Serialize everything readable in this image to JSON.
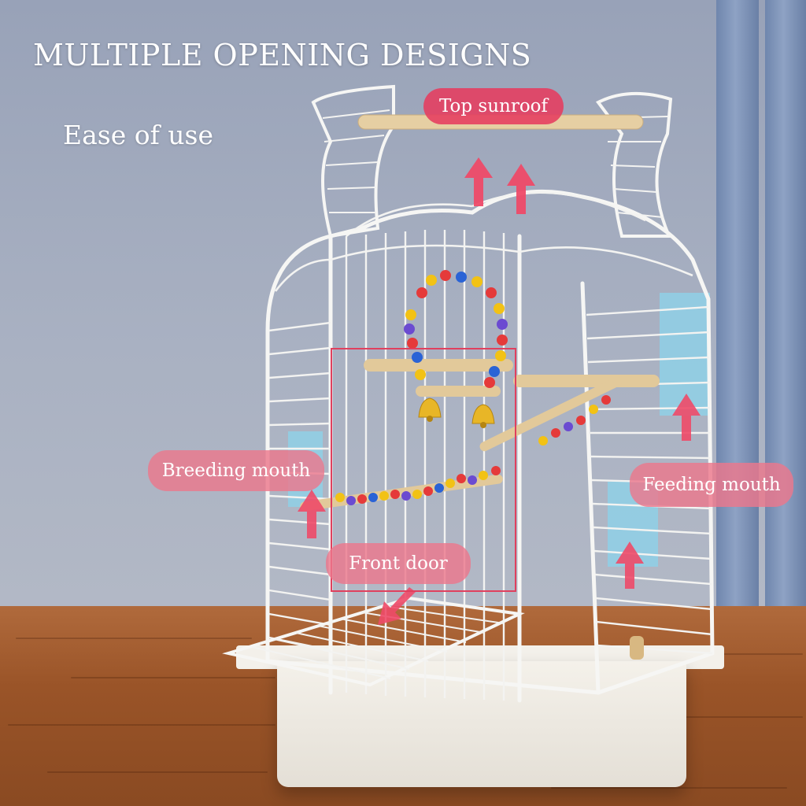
{
  "headline": "MULTIPLE OPENING DESIGNS",
  "subline": "Ease of use",
  "labels": {
    "top_sunroof": "Top sunroof",
    "breeding_mouth": "Breeding mouth",
    "feeding_mouth": "Feeding mouth",
    "front_door": "Front door"
  },
  "colors": {
    "label_pink": "#e63c5f",
    "arrow_pink": "#ee4a68",
    "cage_white": "#f5f5f3",
    "wall": "#a6aebf",
    "table_wood": "#9a5428",
    "panel_blue": "#8fd0e6"
  },
  "icons": [
    "arrow-up-icon",
    "arrow-down-left-icon"
  ]
}
